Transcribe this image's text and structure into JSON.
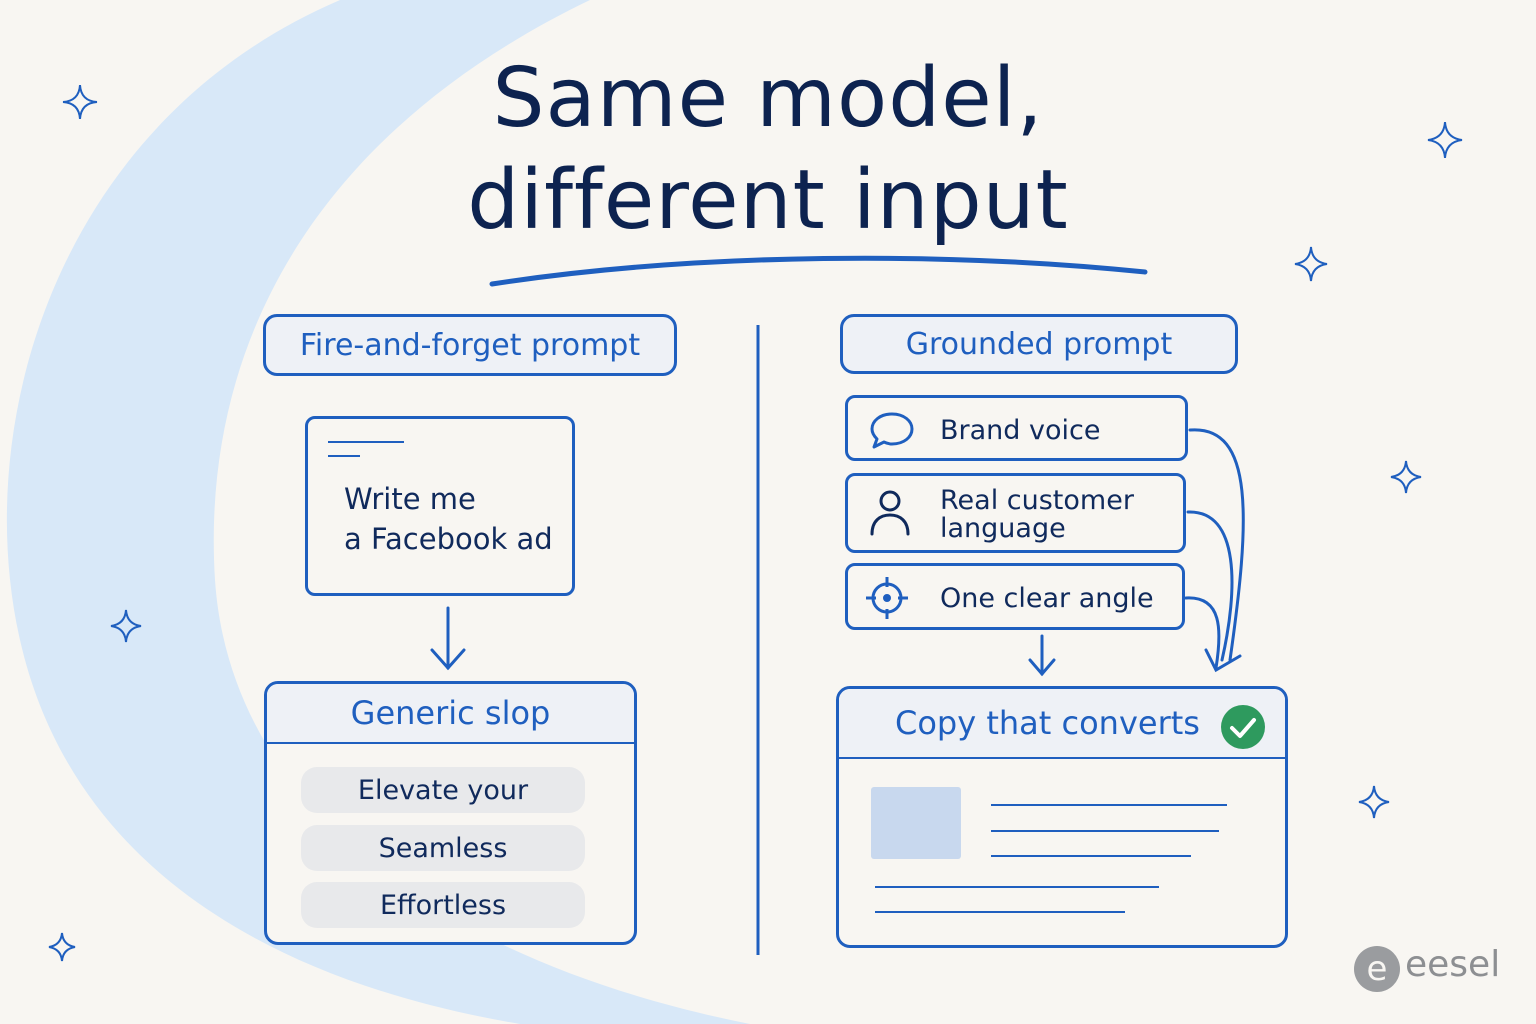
{
  "title": {
    "line1": "Same model,",
    "line2": "different input"
  },
  "left": {
    "heading": "Fire-and-forget prompt",
    "prompt_line1": "Write me",
    "prompt_line2": "a Facebook ad",
    "result_title": "Generic slop",
    "result_items": [
      "Elevate your",
      "Seamless",
      "Effortless"
    ]
  },
  "right": {
    "heading": "Grounded prompt",
    "factors": [
      {
        "label": "Brand voice",
        "icon": "speech-bubble-icon"
      },
      {
        "label_line1": "Real customer",
        "label_line2": "language",
        "icon": "person-icon"
      },
      {
        "label": "One clear angle",
        "icon": "target-icon"
      }
    ],
    "result_title": "Copy that converts",
    "result_badge_icon": "check-circle-icon"
  },
  "logo": {
    "text": "eesel",
    "mark": "e"
  },
  "colors": {
    "accent": "#1f5fbf",
    "ink": "#102a5c",
    "background": "#f8f6f2",
    "arc": "#d8e8f8",
    "success": "#2e9a5e",
    "pill": "#e8e9eb",
    "image_placeholder": "#c8d8ee"
  }
}
